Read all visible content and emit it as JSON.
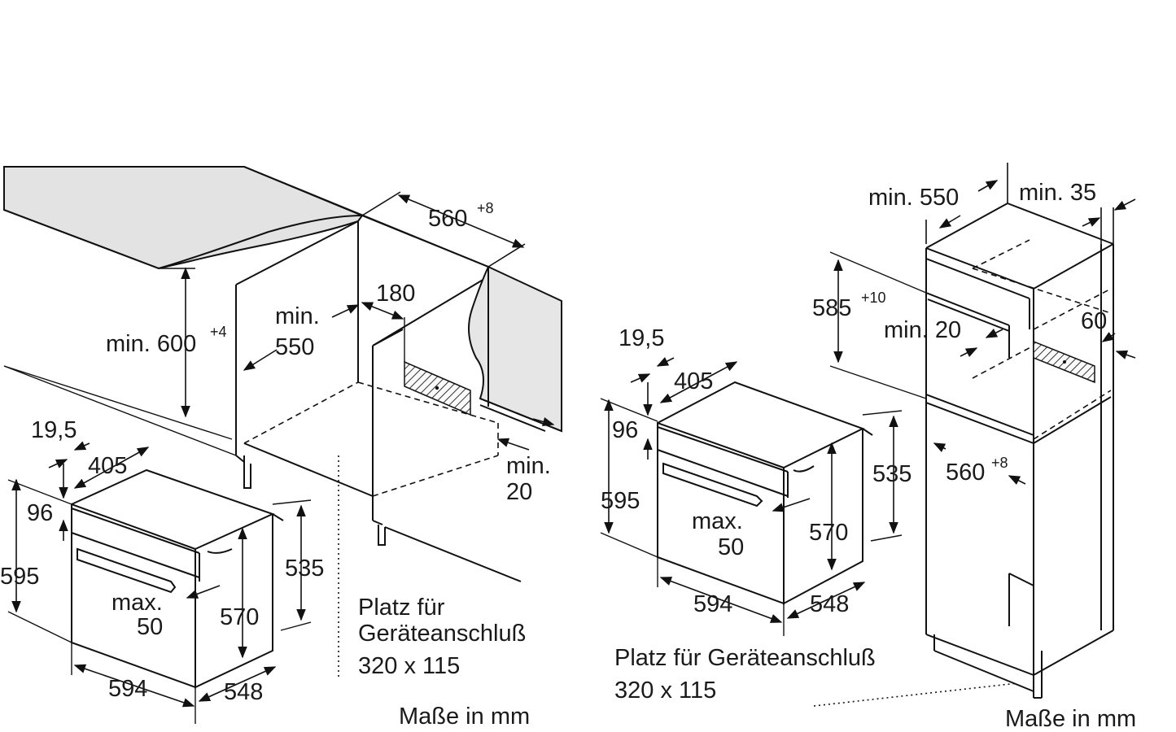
{
  "left_figure": {
    "labels": {
      "width_niche": "560",
      "width_niche_tol": "+8",
      "height_niche": "min. 600",
      "height_niche_tol": "+4",
      "depth_niche_1": "min.",
      "depth_niche_2": "550",
      "conn_offset": "180",
      "gap_1": "min.",
      "gap_2": "20",
      "front_offset": "19,5",
      "handle_depth": "405",
      "top_panel": "96",
      "total_height": "595",
      "inner_height": "570",
      "side_height": "535",
      "handle_1": "max.",
      "handle_2": "50",
      "width": "594",
      "depth": "548"
    },
    "connection_note": [
      "Platz für",
      "Geräteanschluß",
      "320 x 115"
    ],
    "units": "Maße in mm"
  },
  "right_figure": {
    "labels": {
      "depth_min": "min. 550",
      "rear_gap": "min. 35",
      "height_niche": "585",
      "height_niche_tol": "+10",
      "side_gap": "min. 20",
      "vent": "60",
      "front_offset": "19,5",
      "handle_depth": "405",
      "top_panel": "96",
      "total_height": "595",
      "side_height": "535",
      "inner_height": "570",
      "handle_1": "max.",
      "handle_2": "50",
      "width": "594",
      "depth": "548",
      "width_niche": "560",
      "width_niche_tol": "+8"
    },
    "connection_note": "Platz für Geräteanschluß",
    "connection_size": "320 x 115",
    "units": "Maße in mm"
  }
}
